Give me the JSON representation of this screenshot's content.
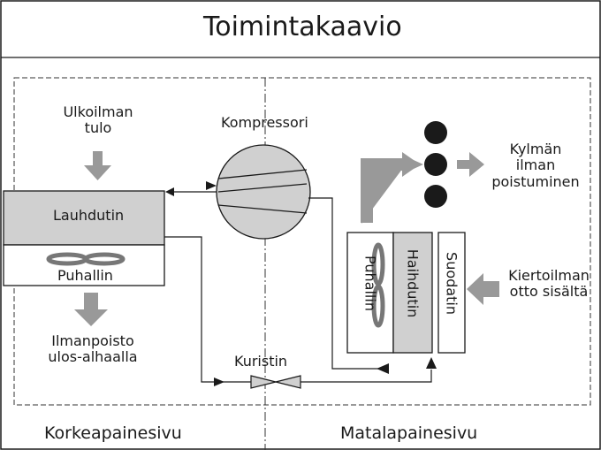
{
  "title": "Toimintakaavio",
  "high_side_label": "Korkeapainesivu",
  "low_side_label": "Matalapainesivu",
  "compressor_label": "Kompressori",
  "condenser_label": "Lauhdutin",
  "condenser_fan_label": "Puhallin",
  "outdoor_air_in": [
    "Ulkoilman",
    "tulo"
  ],
  "exhaust_air_out": [
    "Ilmanpoisto",
    "ulos-alhaalla"
  ],
  "expansion_valve_label": "Kuristin",
  "evaporator_label": "Haihdutin",
  "evaporator_fan_label": "Puhallin",
  "filter_label": "Suodatin",
  "return_air_in": [
    "Kiertoilman",
    "otto sisältä"
  ],
  "cold_air_out": [
    "Kylmän",
    "ilman",
    "poistuminen"
  ],
  "colors": {
    "line": "#1a1a1a",
    "box_fill": "#d0d0d0",
    "arrow_fill": "#999999",
    "dot_fill": "#1a1a1a"
  }
}
